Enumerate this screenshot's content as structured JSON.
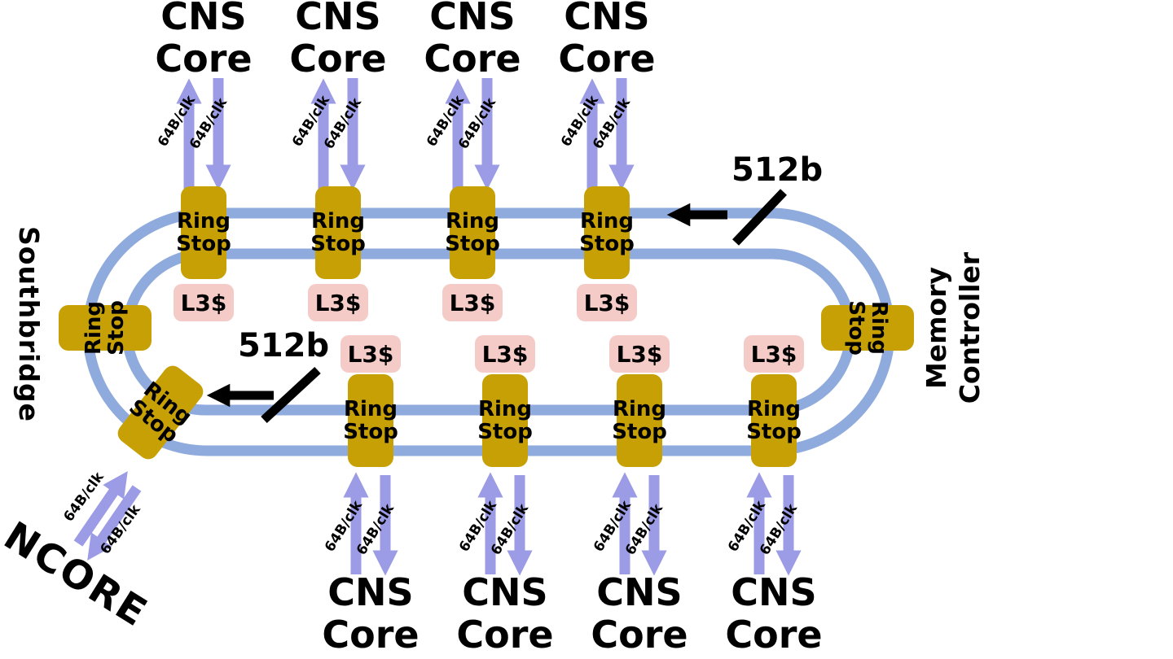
{
  "colors": {
    "background": "#FFFFFF",
    "ring_track": "#8FAADC",
    "ring_stop_fill": "#C6A004",
    "l3_fill": "#F5CBC8",
    "arrow_fill": "#9B9BE6",
    "annotation": "#000000"
  },
  "nodes": {
    "cns_core": {
      "line1": "CNS",
      "line2": "Core"
    },
    "ring_stop": {
      "line1": "Ring",
      "line2": "Stop"
    },
    "l3_cache": "L3$",
    "southbridge": "Southbridge",
    "memory_controller": {
      "line1": "Memory",
      "line2": "Controller"
    },
    "ncore": "NCORE"
  },
  "annotations": {
    "link_bandwidth": "64B/clk",
    "ring_width": "512b"
  }
}
